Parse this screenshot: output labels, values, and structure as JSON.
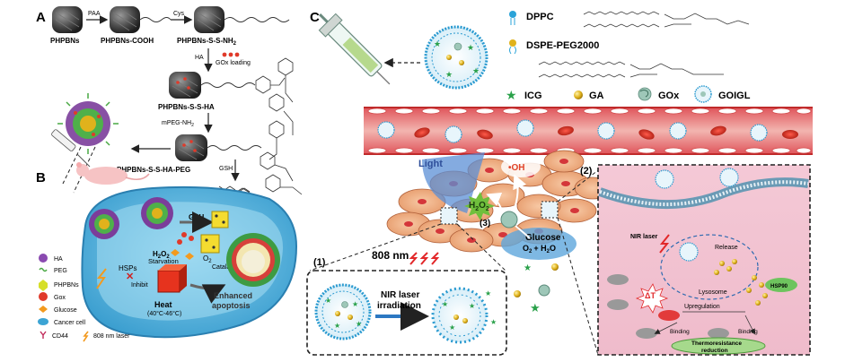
{
  "panel_a": {
    "letter": "A",
    "step_paa": "PAA",
    "step_cys": "Cys",
    "step_ha": "HA",
    "gox_loading": "GOx loading",
    "step_mpeg": "mPEG-NH",
    "mpeg_sub": "2",
    "step_gsh": "GSH",
    "labels": {
      "phpbns": "PHPBNs",
      "cooh": "PHPBNs-COOH",
      "ssnh2": "PHPBNs-S-S-NH",
      "ssnh2_sub": "2",
      "ssha": "PHPBNs-S-S-HA",
      "ssha_peg": "PHPBNs-S-S-HA-PEG"
    }
  },
  "panel_b": {
    "letter": "B",
    "gsh": "GSH",
    "h2o2": "H",
    "h2o2_a": "2",
    "h2o2_b": "O",
    "h2o2_c": "2",
    "starvation": "Starvation",
    "hsps": "HSPs",
    "inhibit": "Inhibit",
    "catalase": "Catalase-like",
    "heat": "Heat",
    "heat_temp": "(40°C-46°C)",
    "enhanced": "Enhanced",
    "apoptosis": "apoptosis",
    "o2": "O",
    "o2_sub": "2",
    "legend": [
      "HA",
      "PEG",
      "PHPBNs",
      "Gox",
      "Glucose",
      "Cancer cell",
      "CD44",
      "808 nm laser"
    ]
  },
  "panel_c": {
    "letter": "C",
    "legend_top": {
      "dppc": "DPPC",
      "dspe": "DSPE-PEG2000",
      "icg": "ICG",
      "ga": "GA",
      "gox": "GOx",
      "goigl": "GOIGL"
    },
    "light": "Light",
    "oh": "•OH",
    "h2o2": "H",
    "h2o2_a": "2",
    "h2o2_b": "O",
    "h2o2_c": "2",
    "glucose": "Glucose",
    "glucose_prod": "O",
    "glucose_prod_sub": "2",
    "glucose_prod_b": "+ H",
    "glucose_prod_c": "2",
    "glucose_prod_d": "O",
    "laser_808": "808 nm",
    "marker_1": "(1)",
    "marker_2": "(2)",
    "marker_3": "(3)",
    "nir_irradiation": "NIR laser",
    "nir_irradiation_b": "irradiation",
    "inset2": {
      "nir": "NIR laser",
      "release": "Release",
      "lysosome": "Lysosome",
      "delta_t": "ΔT",
      "upregulation": "Upregulation",
      "binding_1": "Binding",
      "binding_2": "Binding",
      "hsp90": "HSP90",
      "thermo": "Thermoresistance",
      "thermo_b": "reduction"
    }
  }
}
